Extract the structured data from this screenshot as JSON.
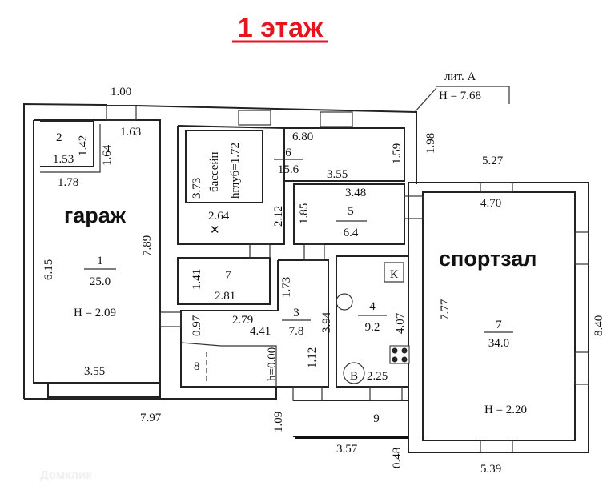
{
  "title": "1 этаж",
  "liter": "лит. А",
  "height_total": "H = 7.68",
  "labels": {
    "garage": "гараж",
    "gym": "спортзал",
    "pool": "бассейн",
    "pool_depth": "hглуб=1.72",
    "kitchen": "К",
    "boiler": "В",
    "h_stairs": "h=0.00"
  },
  "rooms": {
    "r1": {
      "num": "1",
      "area": "25.0",
      "height": "H = 2.09"
    },
    "r2": {
      "num": "2"
    },
    "r3": {
      "num": "3",
      "area": "7.8"
    },
    "r4": {
      "num": "4",
      "area": "9.2"
    },
    "r5": {
      "num": "5",
      "area": "6.4"
    },
    "r6": {
      "num": "6",
      "area": "15.6"
    },
    "r7": {
      "num": "7"
    },
    "r7gym": {
      "num": "7",
      "area": "34.0",
      "height": "H = 2.20"
    },
    "r8": {
      "num": "8"
    },
    "r9": {
      "num": "9"
    }
  },
  "dims": [
    "1.00",
    "1.63",
    "1.42",
    "1.64",
    "1.53",
    "1.78",
    "6.15",
    "7.89",
    "3.55",
    "7.97",
    "3.73",
    "2.64",
    "2.12",
    "6.80",
    "1.59",
    "1.98",
    "3.55",
    "3.48",
    "1.85",
    "5.27",
    "4.70",
    "1.41",
    "2.81",
    "1.73",
    "2.79",
    "0.97",
    "4.41",
    "3.94",
    "1.12",
    "4.07",
    "2.25",
    "7.77",
    "8.40",
    "1.09",
    "3.57",
    "0.48",
    "5.39"
  ],
  "watermark": "Домклик"
}
